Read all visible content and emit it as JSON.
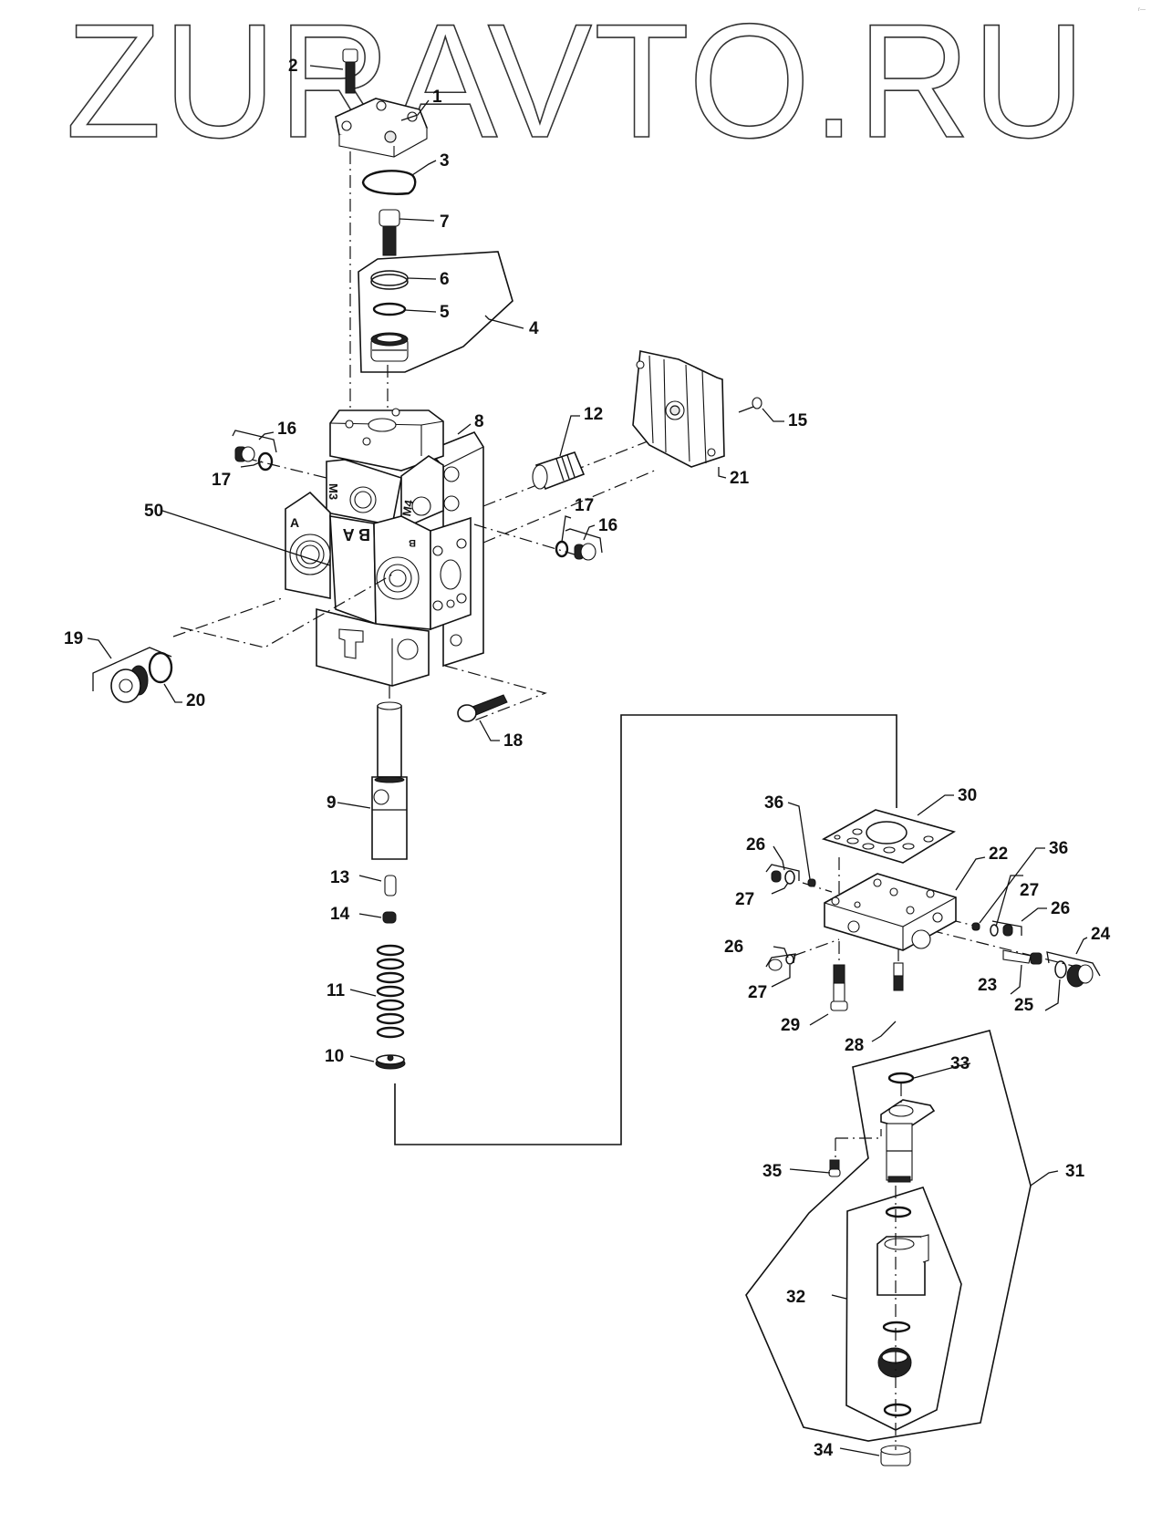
{
  "watermark": {
    "text": "ZURAVTO.RU"
  },
  "corner_mark": "r—",
  "diagram": {
    "type": "exploded-parts-view",
    "subject": "hydraulic control valve section",
    "face_markings": {
      "port_a": "A",
      "port_b": "B",
      "center_plate": "B A",
      "m3": "M3",
      "m4": "M4"
    },
    "callouts": [
      {
        "id": "1",
        "label": "1"
      },
      {
        "id": "2",
        "label": "2"
      },
      {
        "id": "3",
        "label": "3"
      },
      {
        "id": "4",
        "label": "4"
      },
      {
        "id": "5",
        "label": "5"
      },
      {
        "id": "6",
        "label": "6"
      },
      {
        "id": "7",
        "label": "7"
      },
      {
        "id": "8",
        "label": "8"
      },
      {
        "id": "9",
        "label": "9"
      },
      {
        "id": "10",
        "label": "10"
      },
      {
        "id": "11",
        "label": "11"
      },
      {
        "id": "12",
        "label": "12"
      },
      {
        "id": "13",
        "label": "13"
      },
      {
        "id": "14",
        "label": "14"
      },
      {
        "id": "15",
        "label": "15"
      },
      {
        "id": "16a",
        "label": "16"
      },
      {
        "id": "16b",
        "label": "16"
      },
      {
        "id": "17a",
        "label": "17"
      },
      {
        "id": "17b",
        "label": "17"
      },
      {
        "id": "18",
        "label": "18"
      },
      {
        "id": "19",
        "label": "19"
      },
      {
        "id": "20",
        "label": "20"
      },
      {
        "id": "21",
        "label": "21"
      },
      {
        "id": "22",
        "label": "22"
      },
      {
        "id": "23",
        "label": "23"
      },
      {
        "id": "24",
        "label": "24"
      },
      {
        "id": "25",
        "label": "25"
      },
      {
        "id": "26a",
        "label": "26"
      },
      {
        "id": "26b",
        "label": "26"
      },
      {
        "id": "26c",
        "label": "26"
      },
      {
        "id": "27a",
        "label": "27"
      },
      {
        "id": "27b",
        "label": "27"
      },
      {
        "id": "27c",
        "label": "27"
      },
      {
        "id": "28",
        "label": "28"
      },
      {
        "id": "29",
        "label": "29"
      },
      {
        "id": "30",
        "label": "30"
      },
      {
        "id": "31",
        "label": "31"
      },
      {
        "id": "32",
        "label": "32"
      },
      {
        "id": "33",
        "label": "33"
      },
      {
        "id": "34",
        "label": "34"
      },
      {
        "id": "35",
        "label": "35"
      },
      {
        "id": "36a",
        "label": "36"
      },
      {
        "id": "36b",
        "label": "36"
      },
      {
        "id": "50",
        "label": "50"
      }
    ]
  }
}
